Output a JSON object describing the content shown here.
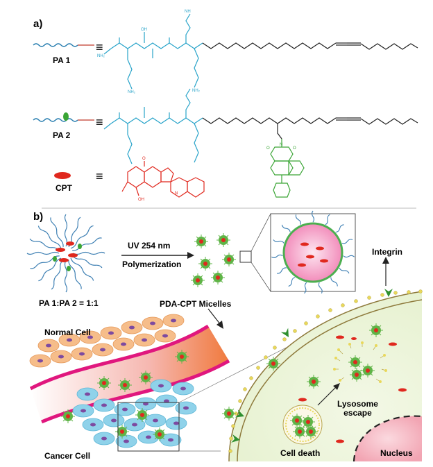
{
  "panel_a": {
    "label": "a)",
    "pa1": "PA 1",
    "pa2": "PA 2",
    "cpt": "CPT",
    "equiv": "≡"
  },
  "panel_b": {
    "label": "b)",
    "uv": "UV 254 nm",
    "polymerization": "Polymerization",
    "ratio": "PA 1:PA 2 = 1:1",
    "micelles": "PDA-CPT Micelles",
    "integrin": "Integrin",
    "normal_cell": "Normal Cell",
    "cancer_cell": "Cancer Cell",
    "lysosome_escape": "Lysosome\nescape",
    "cell_death": "Cell death",
    "nucleus": "Nucleus"
  },
  "atoms": {
    "oh": "OH",
    "nh2": "NH₂",
    "nh": "NH",
    "hn": "HN",
    "h2n": "H₂N",
    "o": "O",
    "n": "N"
  },
  "colors": {
    "peptide": "#27a3c9",
    "naphthalimide": "#3aa535",
    "cpt": "#e0281e",
    "pink": "#e0177e",
    "micelle_pink": "#f7a8c8",
    "cell_cyan": "#7ccde6",
    "normal_cell": "#f4b27c",
    "cytoplasm": "#eef6d8"
  }
}
